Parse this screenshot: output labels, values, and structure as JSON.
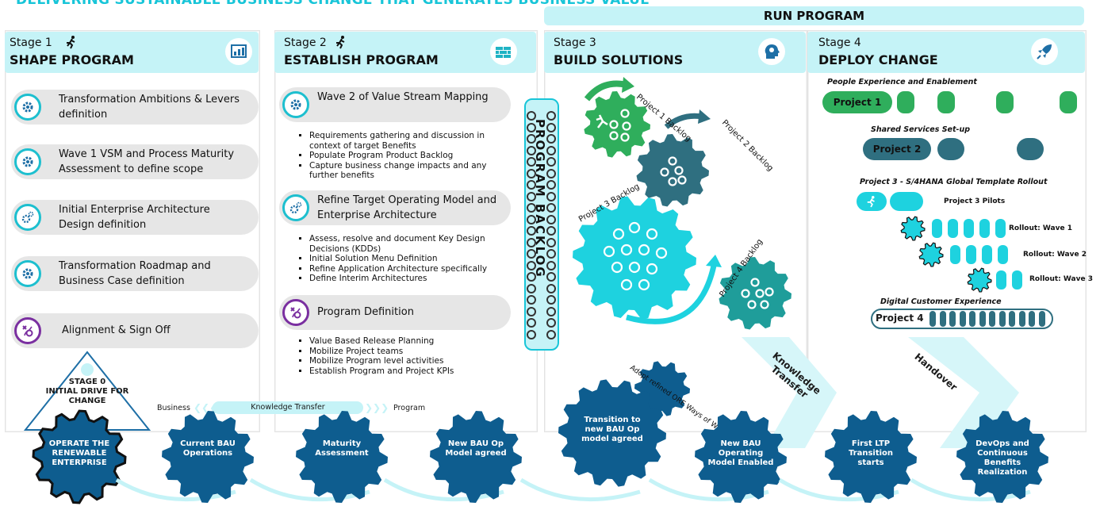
{
  "page_title": "DELIVERING SUSTAINABLE BUSINESS CHANGE THAT GENERATES BUSINESS VALUE",
  "run_banner": "RUN PROGRAM",
  "stages": [
    {
      "number": "Stage 1",
      "title": "SHAPE PROGRAM",
      "icon": "dashboard-icon"
    },
    {
      "number": "Stage 2",
      "title": "ESTABLISH PROGRAM",
      "icon": "wall-icon"
    },
    {
      "number": "Stage 3",
      "title": "BUILD SOLUTIONS",
      "icon": "head-gear-icon"
    },
    {
      "number": "Stage 4",
      "title": "DEPLOY CHANGE",
      "icon": "rocket-icon"
    }
  ],
  "stage1_items": [
    {
      "text": "Transformation Ambitions & Levers definition",
      "icon": "gear-icon"
    },
    {
      "text": "Wave 1 VSM and Process Maturity Assessment to define scope",
      "icon": "gear-icon"
    },
    {
      "text": "Initial Enterprise Architecture Design definition",
      "icon": "gears-icon"
    },
    {
      "text": "Transformation Roadmap and Business Case definition",
      "icon": "gear-icon"
    },
    {
      "text": "Alignment & Sign Off",
      "icon": "strategy-icon"
    }
  ],
  "stage2_sections": [
    {
      "title": "Wave 2 of Value Stream Mapping",
      "icon": "gear-icon",
      "bullets": [
        "Requirements gathering and discussion in context of target Benefits",
        "Populate Program Product Backlog",
        "Capture business change impacts and any further benefits"
      ]
    },
    {
      "title": "Refine Target Operating Model and Enterprise Architecture",
      "icon": "gears-icon",
      "bullets": [
        "Assess, resolve and document Key Design Decisions (KDDs)",
        "Initial Solution Menu Definition",
        "Refine Application Architecture specifically",
        "Define Interim Architectures"
      ]
    },
    {
      "title": "Program Definition",
      "icon": "strategy-icon",
      "bullets": [
        "Value Based Release Planning",
        "Mobilize Project teams",
        "Mobilize Program level activities",
        "Establish Program and Project KPIs"
      ]
    }
  ],
  "program_backlog": "PROGRAM BACKLOG",
  "stage3": {
    "backlogs": [
      "Project 1 Backlog",
      "Project 2 Backlog",
      "Project 3 Backlog",
      "Project 4 Backlog"
    ],
    "adopt_label": "Adopt refined ORE Ways of Working",
    "knowledge_transfer": "Knowledge Transfer",
    "handover": "Handover"
  },
  "stage4": {
    "tracks": [
      {
        "label": "People Experience and Enablement",
        "project": "Project 1"
      },
      {
        "label": "Shared Services Set-up",
        "project": "Project 2"
      },
      {
        "label": "Project 3 - S/4HANA Global Template Rollout",
        "project": "Project 3 Pilots"
      },
      {
        "label": "Digital Customer Experience",
        "project": "Project 4"
      }
    ],
    "rollouts": [
      "Rollout: Wave 1",
      "Rollout: Wave 2",
      "Rollout: Wave 3"
    ]
  },
  "stage0": {
    "line1": "STAGE 0",
    "line2": "INITIAL DRIVE FOR",
    "line3": "CHANGE"
  },
  "transfer_bar": {
    "left": "Business",
    "center": "Knowledge Transfer",
    "right": "Program"
  },
  "bottom_gears": [
    "OPERATE THE RENEWABLE ENTERPRISE",
    "Current BAU Operations",
    "Maturity Assessment",
    "New BAU Op Model agreed",
    "Transition to new BAU Op model agreed",
    "New BAU Operating Model Enabled",
    "First LTP Transition starts",
    "DevOps and Continuous Benefits Realization"
  ],
  "colors": {
    "cyan": "#18c5d8",
    "light_cyan": "#c5f3f7",
    "navy": "#0e5d8f",
    "green": "#2fae5c",
    "teal": "#2f6f80",
    "purple": "#7a2fa0"
  }
}
